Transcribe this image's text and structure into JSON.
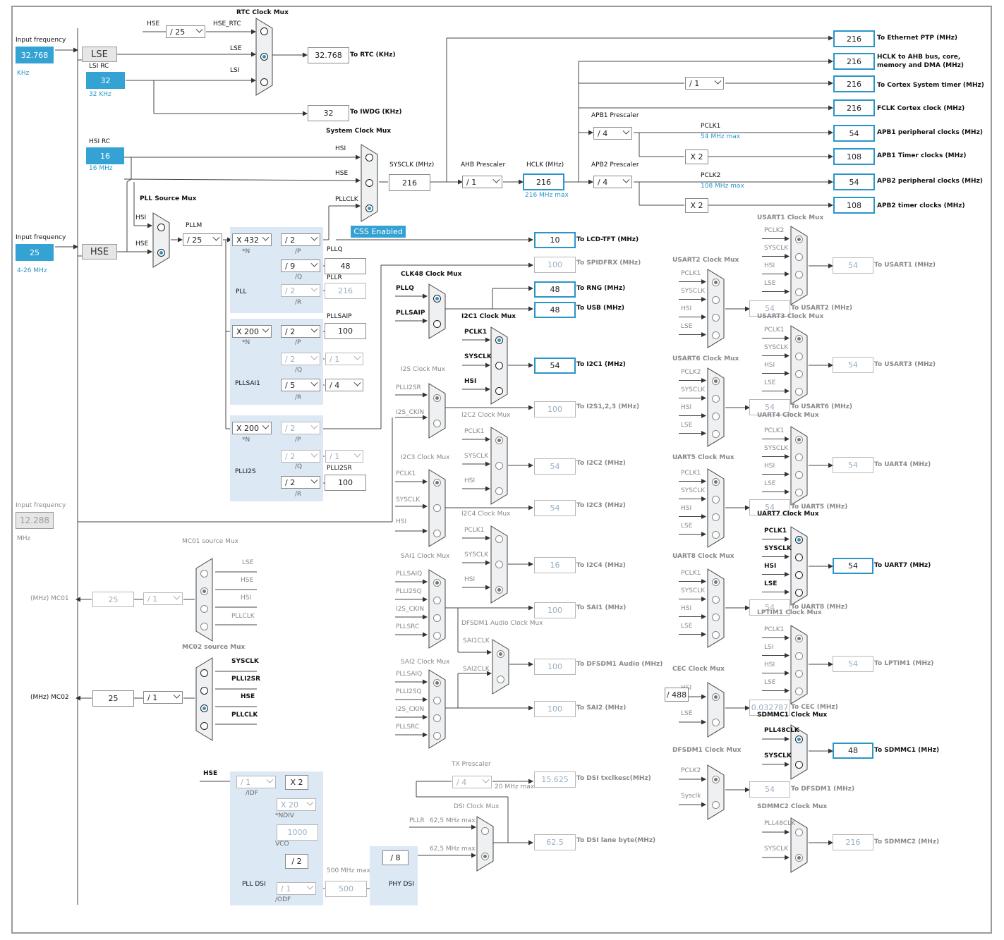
{
  "inputs": {
    "lse_label": "Input frequency",
    "lse_value": "32.768",
    "lse_unit": "KHz",
    "lsi_label": "LSI RC",
    "lsi_value": "32",
    "lsi_unit": "32 KHz",
    "hsi_label": "HSI RC",
    "hsi_value": "16",
    "hsi_unit": "16 MHz",
    "hse_label": "Input frequency",
    "hse_value": "25",
    "hse_unit": "4-26 MHz",
    "ext_label": "Input frequency",
    "ext_value": "12.288",
    "ext_unit": "MHz",
    "lse_osc": "LSE",
    "hse_osc": "HSE"
  },
  "rtc": {
    "title": "RTC Clock Mux",
    "hse": "HSE",
    "hse_rtc": "HSE_RTC",
    "lse": "LSE",
    "lsi": "LSI",
    "div": "/ 25",
    "rtc_value": "32.768",
    "rtc_label": "To RTC (KHz)",
    "iwdg_value": "32",
    "iwdg_label": "To IWDG (KHz)"
  },
  "sysclk": {
    "title": "System Clock Mux",
    "hsi": "HSI",
    "hse": "HSE",
    "pllclk": "PLLCLK",
    "label": "SYSCLK (MHz)",
    "value": "216",
    "css": "CSS Enabled",
    "ahb_label": "AHB Prescaler",
    "ahb_div": "/ 1",
    "hclk_label": "HCLK (MHz)",
    "hclk_value": "216",
    "hclk_max": "216 MHz max"
  },
  "pll_src": {
    "title": "PLL Source Mux",
    "hsi": "HSI",
    "hse": "HSE",
    "pllm_label": "PLLM",
    "pllm": "/ 25"
  },
  "pll": {
    "n": "X 432",
    "n_lbl": "*N",
    "p": "/ 2",
    "p_lbl": "/P",
    "q": "/ 9",
    "q_lbl": "/Q",
    "r": "/ 2",
    "r_lbl": "/R",
    "name": "PLL",
    "pllq": "PLLQ",
    "pllq_val": "48",
    "pllr": "PLLR",
    "pllr_val": "216"
  },
  "pllsai": {
    "n": "X 200",
    "n_lbl": "*N",
    "p": "/ 2",
    "p_lbl": "/P",
    "q": "/ 2",
    "q_lbl": "/Q",
    "q2": "/ 1",
    "r": "/ 5",
    "r_lbl": "/R",
    "r2": "/ 4",
    "name": "PLLSAI1",
    "pllsaip": "PLLSAIP",
    "pllsaip_val": "100"
  },
  "plli2s": {
    "n": "X 200",
    "n_lbl": "*N",
    "p": "/ 2",
    "p_lbl": "/P",
    "q": "/ 2",
    "q_lbl": "/Q",
    "q2": "/ 1",
    "r": "/ 2",
    "r_lbl": "/R",
    "name": "PLLI2S",
    "plli2sr": "PLLI2SR",
    "plli2sr_val": "100"
  },
  "right_outputs": [
    {
      "value": "216",
      "label": "To Ethernet PTP (MHz)"
    },
    {
      "value": "216",
      "label": "HCLK to AHB bus, core,",
      "label2": "memory and DMA (MHz)"
    },
    {
      "value": "216",
      "label": "To Cortex System timer (MHz)"
    },
    {
      "value": "216",
      "label": "FCLK Cortex clock (MHz)"
    },
    {
      "value": "54",
      "label": "APB1 peripheral clocks (MHz)"
    },
    {
      "value": "108",
      "label": "APB1 Timer clocks (MHz)"
    },
    {
      "value": "54",
      "label": "APB2 peripheral clocks (MHz)"
    },
    {
      "value": "108",
      "label": "APB2 timer clocks (MHz)"
    }
  ],
  "apb": {
    "cortex_div": "/ 1",
    "apb1_label": "APB1 Prescaler",
    "apb1_div": "/ 4",
    "pclk1": "PCLK1",
    "pclk1_max": "54 MHz max",
    "x2a": "X 2",
    "apb2_label": "APB2 Prescaler",
    "apb2_div": "/ 4",
    "pclk2": "PCLK2",
    "pclk2_max": "108 MHz max",
    "x2b": "X 2"
  },
  "mid_outputs": {
    "lcd_value": "10",
    "lcd_label": "To LCD-TFT (MHz)",
    "spdif_value": "100",
    "spdif_label": "To SPIDFRX (MHz)",
    "rng_value": "48",
    "rng_label": "To RNG (MHz)",
    "usb_value": "48",
    "usb_label": "To USB (MHz)",
    "i2c1_value": "54",
    "i2c1_label": "To I2C1 (MHz)",
    "i2s_value": "100",
    "i2s_label": "To I2S1,2,3 (MHz)",
    "i2c2_value": "54",
    "i2c2_label": "To I2C2 (MHz)",
    "i2c3_value": "54",
    "i2c3_label": "To I2C3 (MHz)",
    "i2c4_value": "16",
    "i2c4_label": "To I2C4 (MHz)",
    "sai1_value": "100",
    "sai1_label": "To SAI1 (MHz)",
    "dfsdm_value": "100",
    "dfsdm_label": "To DFSDM1 Audio (MHz)",
    "sai2_value": "100",
    "sai2_label": "To SAI2 (MHz)",
    "dsitx_value": "15.625",
    "dsitx_label": "To DSI txclkesc(MHz)",
    "dsilane_value": "62.5",
    "dsilane_label": "To DSI lane byte(MHz)"
  },
  "mid_mux": {
    "clk48": "CLK48 Clock Mux",
    "pllq": "PLLQ",
    "pllsaip": "PLLSAIP",
    "i2c1": "I2C1 Clock Mux",
    "i2s": "I2S Clock Mux",
    "plli2sr": "PLLI2SR",
    "i2s_ckin": "I2S_CKIN",
    "i2c2": "I2C2 Clock Mux",
    "i2c3": "I2C3 Clock Mux",
    "i2c4": "I2C4 Clock Mux",
    "sai1": "SAI1 Clock Mux",
    "dfsdm": "DFSDM1 Audio Clock Mux",
    "sai1clk": "SAI1CLK",
    "sai2clk": "SAI2CLK",
    "sai2": "SAI2 Clock Mux",
    "pllsaiq": "PLLSAIQ",
    "plli2sq": "PLLI2SQ",
    "pllsrc": "PLLSRC",
    "pclk1": "PCLK1",
    "sysclk": "SYSCLK",
    "hsi": "HSI",
    "tx_prescaler": "TX Prescaler",
    "tx_div": "/ 4",
    "tx_max": "20 MHz max",
    "dsi_mux": "DSI Clock Mux",
    "pllr": "PLLR",
    "dsi_max": "62,5 MHz max",
    "dsi_max2": "62,5 MHz max"
  },
  "right_mux": [
    {
      "title": "USART1 Clock Mux",
      "ins": [
        "PCLK2",
        "SYSCLK",
        "HSI",
        "LSE"
      ],
      "value": "54",
      "label": "To USART1 (MHz)"
    },
    {
      "title": "USART2 Clock Mux",
      "ins": [
        "PCLK1",
        "SYSCLK",
        "HSI",
        "LSE"
      ],
      "value": "54",
      "label": "To USART2 (MHz)"
    },
    {
      "title": "USART3 Clock Mux",
      "ins": [
        "PCLK1",
        "SYSCLK",
        "HSI",
        "LSE"
      ],
      "value": "54",
      "label": "To USART3 (MHz)"
    },
    {
      "title": "USART6 Clock Mux",
      "ins": [
        "PCLK2",
        "SYSCLK",
        "HSI",
        "LSE"
      ],
      "value": "54",
      "label": "To USART6 (MHz)"
    },
    {
      "title": "UART4 Clock Mux",
      "ins": [
        "PCLK1",
        "SYSCLK",
        "HSI",
        "LSE"
      ],
      "value": "54",
      "label": "To UART4 (MHz)"
    },
    {
      "title": "UART5 Clock Mux",
      "ins": [
        "PCLK1",
        "SYSCLK",
        "HSI",
        "LSE"
      ],
      "value": "54",
      "label": "To UART5 (MHz)"
    },
    {
      "title": "UART7 Clock Mux",
      "ins": [
        "PCLK1",
        "SYSCLK",
        "HSI",
        "LSE"
      ],
      "value": "54",
      "label": "To UART7 (MHz)"
    },
    {
      "title": "UART8 Clock Mux",
      "ins": [
        "PCLK1",
        "SYSCLK",
        "HSI",
        "LSE"
      ],
      "value": "54",
      "label": "To UART8 (MHz)"
    },
    {
      "title": "LPTIM1 Clock Mux",
      "ins": [
        "PCLK1",
        "LSI",
        "HSI",
        "LSE"
      ],
      "value": "54",
      "label": "To LPTIM1 (MHz)"
    },
    {
      "title": "CEC Clock Mux",
      "ins": [
        "HSI",
        "LSE"
      ],
      "value": "0.032787",
      "label": "To CEC (MHz)",
      "div": "/ 488"
    },
    {
      "title": "SDMMC1 Clock Mux",
      "ins": [
        "PLL48CLK",
        "SYSCLK"
      ],
      "value": "48",
      "label": "To SDMMC1 (MHz)"
    },
    {
      "title": "DFSDM1 Clock Mux",
      "ins": [
        "PCLK2",
        "Sysclk"
      ],
      "value": "54",
      "label": "To DFSDM1 (MHz)"
    },
    {
      "title": "SDMMC2 Clock Mux",
      "ins": [
        "PLL48CLK",
        "SYSCLK"
      ],
      "value": "216",
      "label": "To SDMMC2 (MHz)"
    }
  ],
  "mco": {
    "mco1_title": "MC01 source Mux",
    "mco1_ins": [
      "LSE",
      "HSE",
      "HSI",
      "PLLCLK"
    ],
    "mco1_label": "(MHz) MC01",
    "mco1_value": "25",
    "mco1_div": "/ 1",
    "mco2_title": "MC02 source Mux",
    "mco2_ins": [
      "SYSCLK",
      "PLLI2SR",
      "HSE",
      "PLLCLK"
    ],
    "mco2_label": "(MHz) MC02",
    "mco2_value": "25",
    "mco2_div": "/ 1"
  },
  "plldsi": {
    "hse": "HSE",
    "idf": "/ 1",
    "idf_lbl": "/IDF",
    "x2": "X 2",
    "ndiv": "X 20",
    "ndiv_lbl": "*NDIV",
    "vco_val": "1000",
    "vco_lbl": "VCO",
    "div2": "/ 2",
    "odf": "/ 1",
    "odf_lbl": "/ODF",
    "name": "PLL DSI",
    "max": "500 MHz max",
    "out_val": "500",
    "phy_div": "/ 8",
    "phy": "PHY DSI"
  },
  "colors": {
    "accent": "#35a2d4",
    "pll_bg": "#dce9f5",
    "osc_bg": "#e6e6e6"
  }
}
